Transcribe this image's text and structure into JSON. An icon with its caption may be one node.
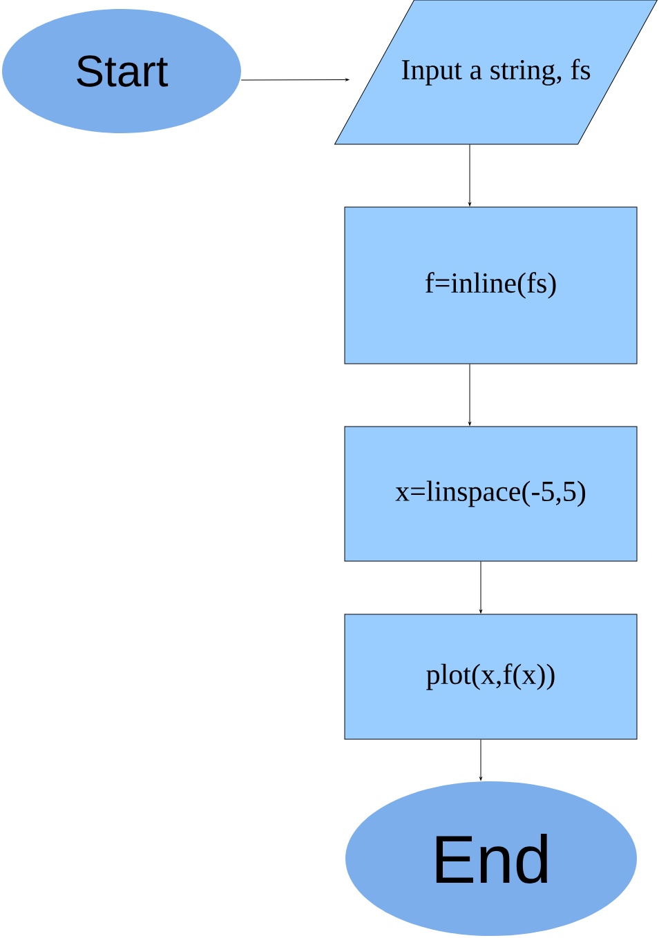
{
  "diagram": {
    "nodes": [
      {
        "text": [
          "Start"
        ]
      },
      {
        "text": [
          "Input a string, fs"
        ]
      },
      {
        "text": [
          "f=inline(fs)"
        ]
      },
      {
        "text": [
          "x=linspace(-5,5)"
        ]
      },
      {
        "text": [
          "plot(x,f(x))"
        ]
      },
      {
        "text": [
          "End"
        ]
      }
    ],
    "edges": [
      {
        "from": 0,
        "to": 1,
        "arrow": "to"
      },
      {
        "from": 1,
        "to": 2,
        "arrow": "to"
      },
      {
        "from": 2,
        "to": 3,
        "arrow": "to"
      },
      {
        "from": 3,
        "to": 4,
        "arrow": "to"
      },
      {
        "from": 4,
        "to": 5,
        "arrow": "to"
      }
    ]
  }
}
